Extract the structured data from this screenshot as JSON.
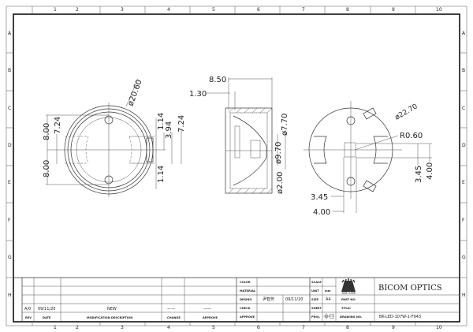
{
  "border": {
    "columns": [
      "1",
      "2",
      "3",
      "4",
      "5",
      "6",
      "7",
      "8",
      "9",
      "10"
    ],
    "rows": [
      "A",
      "B",
      "C",
      "D",
      "E",
      "F",
      "G",
      "H"
    ]
  },
  "views": {
    "front": {
      "dia": "ø20.60",
      "d8a": "8.00",
      "d8b": "8.00",
      "d724a": "7.24",
      "d114a": "1.14",
      "d394": "3.94",
      "d724b": "7.24",
      "d114b": "1.14"
    },
    "section": {
      "d850": "8.50",
      "d130": "1.30",
      "d770": "ø7.70",
      "d970": "ø9.70",
      "d200": "ø2.00"
    },
    "rear": {
      "dia": "ø22.70",
      "r060": "R0.60",
      "d345a": "3.45",
      "d400a": "4.00",
      "d345b": "3.45",
      "d400b": "4.00"
    }
  },
  "revision_block": {
    "rev": "A/0",
    "date": "09/11/20",
    "description": "NEW",
    "change": "——",
    "approve": "——",
    "headers": {
      "rev": "REV",
      "date": "DATE",
      "description": "MODIFICATION DESCRIPTION",
      "change": "CHANGE",
      "approve": "APPROVE"
    }
  },
  "title_block": {
    "labels": {
      "color": "COLOR",
      "material": "MATERIAL",
      "desing": "DESING",
      "check": "CHECK",
      "approve": "APPROVE",
      "scale": "SCALE",
      "unit": "UNIT",
      "size": "SIZE",
      "sheet": "SHEET",
      "proj": "PROJ.",
      "part_no": "PART NO.",
      "title": "TITLE:",
      "drawing_no": "DRAWING NO."
    },
    "designer": "尹智芳",
    "design_date": "09/11/20",
    "unit": "mm",
    "size": "A4",
    "company": "BICOM OPTICS",
    "logo_text": "BICOM",
    "drawing_no": "BK-LED-107W-1-F943"
  }
}
